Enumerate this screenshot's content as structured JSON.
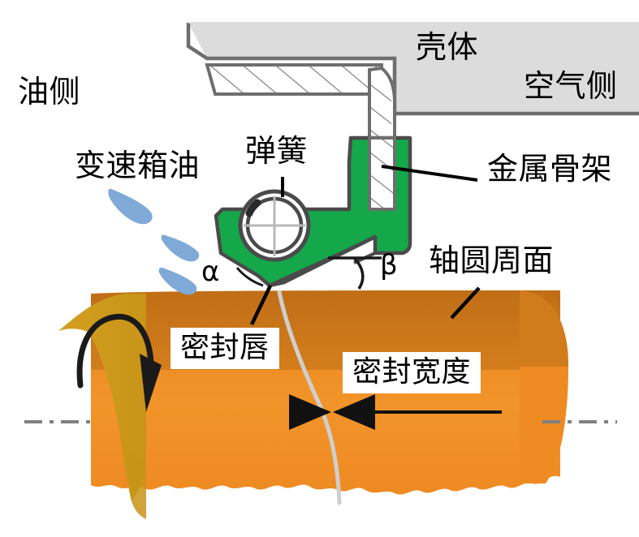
{
  "diagram": {
    "title": "Radial shaft oil seal cross-section",
    "labels": {
      "oil_side": "油侧",
      "air_side": "空气侧",
      "housing": "壳体",
      "gearbox_oil": "变速箱油",
      "spring": "弹簧",
      "metal_frame": "金属骨架",
      "shaft_circumference": "轴圆周面",
      "sealing_lip": "密封唇",
      "sealing_width": "密封宽度",
      "angle_alpha": "α",
      "angle_beta": "β"
    },
    "colors": {
      "seal_rubber_green": "#14A84A",
      "shaft_top_orange": "#C8741A",
      "shaft_front_orange": "#F08A28",
      "shaft_end_ochre": "#D4A01E",
      "housing_grey": "#DCDCDC",
      "outline_grey": "#6E6E6E",
      "oil_droplet_blue": "#7FA9D6",
      "text_black": "#000000",
      "centerline_grey": "#808080",
      "lip_trace_grey": "#CFCFCF"
    },
    "elements": {
      "rotation_arrow": "rotation-arrow-icon",
      "oil_droplets_count": 3,
      "hatching": "section-hatch-lines"
    }
  }
}
